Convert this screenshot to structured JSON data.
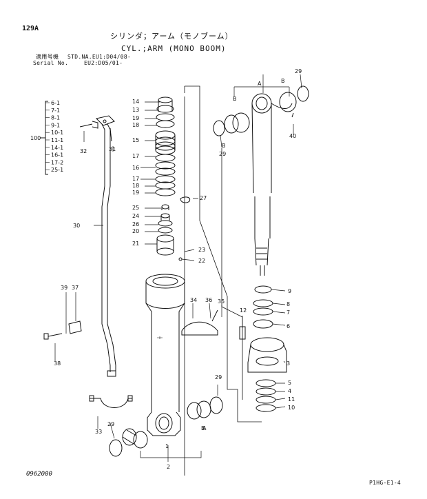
{
  "header": {
    "page_id": "129A",
    "title_jp": "シリンダ；アーム（モノブーム）",
    "title_en": "CYL.;ARM (MONO BOOM)",
    "applic_label": "適用号機",
    "serial_label": "Serial No.",
    "serial_line1": "STD.NA.EU1:D04/08-",
    "serial_line2": "EU2:D05/01-"
  },
  "kit_group": {
    "label": "100",
    "items": [
      "6-1",
      "7-1",
      "8-1",
      "9-1",
      "10-1",
      "11-1",
      "14-1",
      "16-1",
      "17-2",
      "25-1"
    ]
  },
  "parts": {
    "left_column": [
      "14",
      "13",
      "19",
      "18",
      "15",
      "17",
      "16",
      "17",
      "18",
      "19",
      "25",
      "24",
      "26",
      "20",
      "21"
    ],
    "callouts": [
      "27",
      "23",
      "22",
      "30",
      "31",
      "32",
      "39",
      "37",
      "38",
      "34",
      "36",
      "35",
      "33",
      "29",
      "29",
      "29",
      "29",
      "B",
      "B",
      "A",
      "1",
      "2",
      "A",
      "B",
      "B",
      "40",
      "9",
      "8",
      "7",
      "6",
      "12",
      "3",
      "5",
      "4",
      "11",
      "10"
    ]
  },
  "footer": {
    "left": "0962000",
    "right": "P1HG-E1-4"
  }
}
